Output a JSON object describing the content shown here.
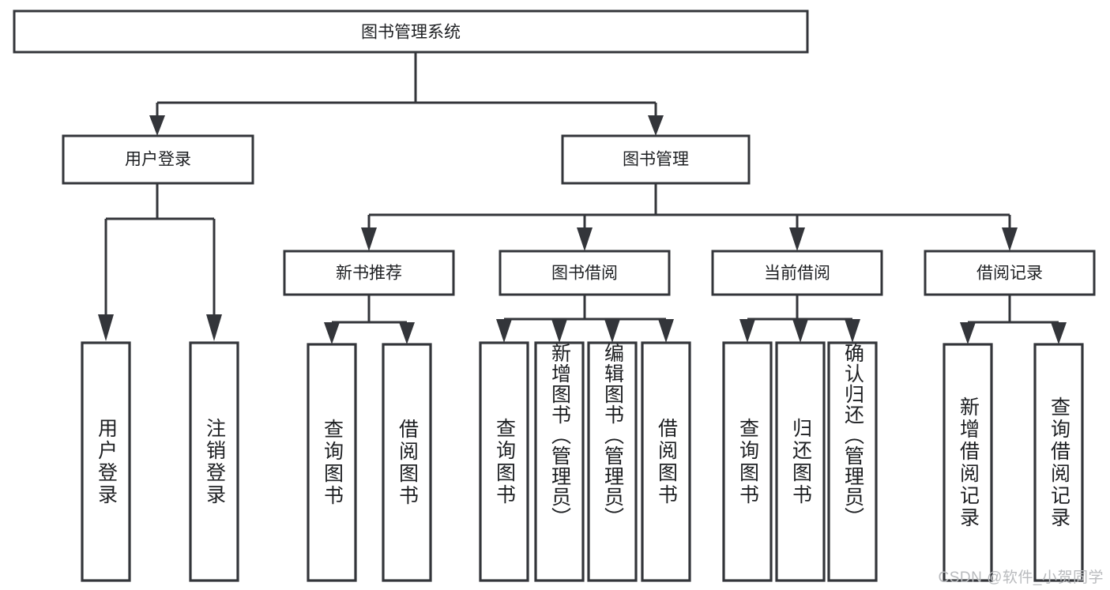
{
  "diagram": {
    "type": "tree",
    "title": "图书管理系统",
    "root": {
      "id": "root",
      "label": "图书管理系统"
    },
    "level1": [
      {
        "id": "user-login",
        "label": "用户登录"
      },
      {
        "id": "book-manage",
        "label": "图书管理"
      }
    ],
    "level2": [
      {
        "id": "new-book-recommend",
        "label": "新书推荐",
        "parent": "book-manage"
      },
      {
        "id": "book-borrow",
        "label": "图书借阅",
        "parent": "book-manage"
      },
      {
        "id": "current-borrow",
        "label": "当前借阅",
        "parent": "book-manage"
      },
      {
        "id": "borrow-record",
        "label": "借阅记录",
        "parent": "book-manage"
      }
    ],
    "leaves": [
      {
        "id": "leaf-user-login",
        "label": "用户登录",
        "parent": "user-login"
      },
      {
        "id": "leaf-logout-login",
        "label": "注销登录",
        "parent": "user-login"
      },
      {
        "id": "leaf-query-book-1",
        "label": "查询图书",
        "parent": "new-book-recommend"
      },
      {
        "id": "leaf-borrow-book-1",
        "label": "借阅图书",
        "parent": "new-book-recommend"
      },
      {
        "id": "leaf-query-book-2",
        "label": "查询图书",
        "parent": "book-borrow"
      },
      {
        "id": "leaf-add-book",
        "label": "新增图书（管理员）",
        "parent": "book-borrow"
      },
      {
        "id": "leaf-edit-book",
        "label": "编辑图书（管理员）",
        "parent": "book-borrow"
      },
      {
        "id": "leaf-borrow-book-2",
        "label": "借阅图书",
        "parent": "book-borrow"
      },
      {
        "id": "leaf-query-book-3",
        "label": "查询图书",
        "parent": "current-borrow"
      },
      {
        "id": "leaf-return-book",
        "label": "归还图书",
        "parent": "current-borrow"
      },
      {
        "id": "leaf-confirm-return",
        "label": "确认归还（管理员）",
        "parent": "current-borrow"
      },
      {
        "id": "leaf-add-record",
        "label": "新增借阅记录",
        "parent": "borrow-record"
      },
      {
        "id": "leaf-query-record",
        "label": "查询借阅记录",
        "parent": "borrow-record"
      }
    ],
    "colors": {
      "background": "#ffffff",
      "box_fill": "#ffffff",
      "box_stroke": "#33353a",
      "text": "#1d1f22",
      "watermark": "#b9bbbe"
    }
  },
  "watermark": {
    "text": "CSDN @软件_小贺同学"
  }
}
